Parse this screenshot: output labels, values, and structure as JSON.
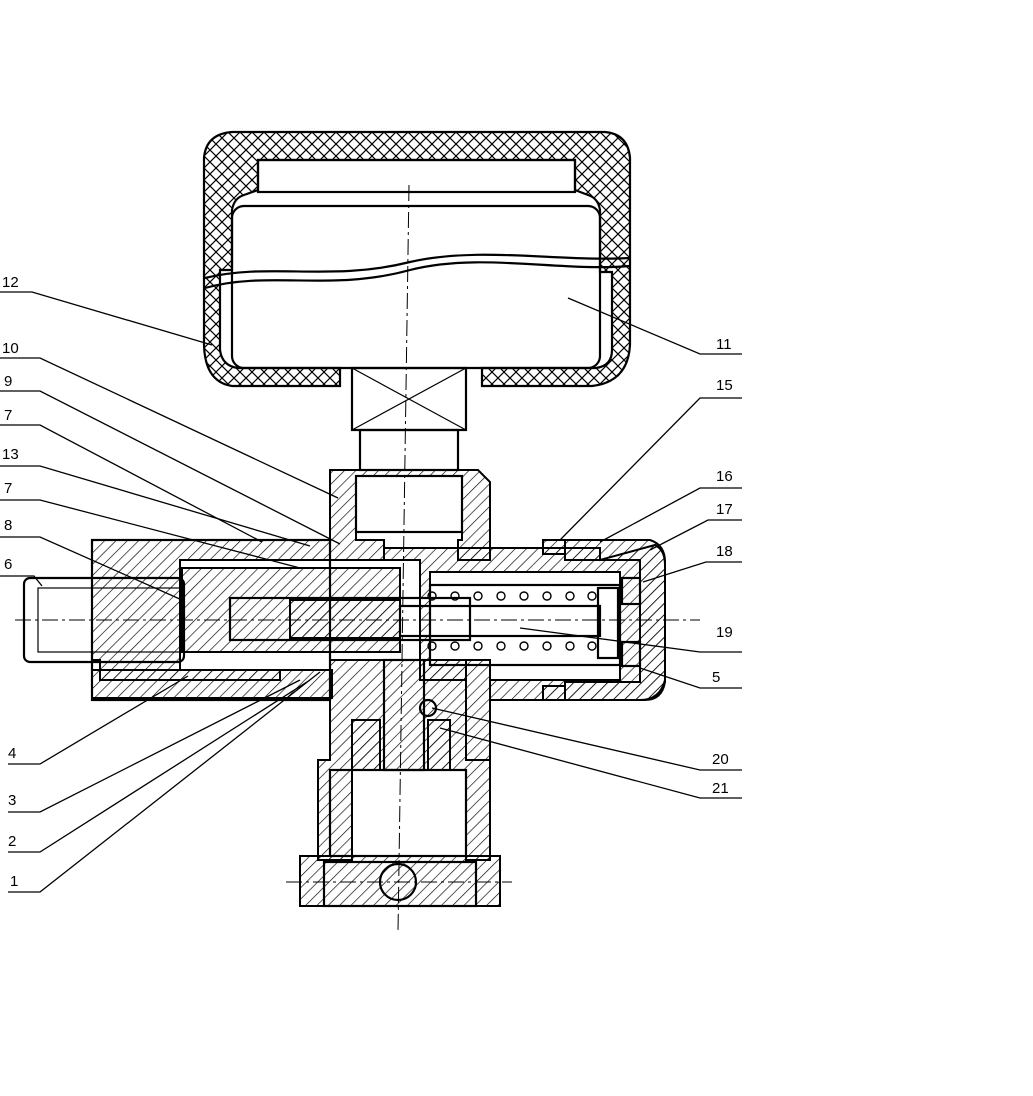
{
  "callouts": [
    {
      "id": "12",
      "label": "12"
    },
    {
      "id": "10",
      "label": "10"
    },
    {
      "id": "9",
      "label": "9"
    },
    {
      "id": "7a",
      "label": "7"
    },
    {
      "id": "13",
      "label": "13"
    },
    {
      "id": "7b",
      "label": "7"
    },
    {
      "id": "8",
      "label": "8"
    },
    {
      "id": "6",
      "label": "6"
    },
    {
      "id": "4",
      "label": "4"
    },
    {
      "id": "3",
      "label": "3"
    },
    {
      "id": "2",
      "label": "2"
    },
    {
      "id": "1",
      "label": "1"
    },
    {
      "id": "11",
      "label": "11"
    },
    {
      "id": "15",
      "label": "15"
    },
    {
      "id": "16",
      "label": "16"
    },
    {
      "id": "17",
      "label": "17"
    },
    {
      "id": "18",
      "label": "18"
    },
    {
      "id": "19",
      "label": "19"
    },
    {
      "id": "5",
      "label": "5"
    },
    {
      "id": "20",
      "label": "20"
    },
    {
      "id": "21",
      "label": "21"
    }
  ]
}
